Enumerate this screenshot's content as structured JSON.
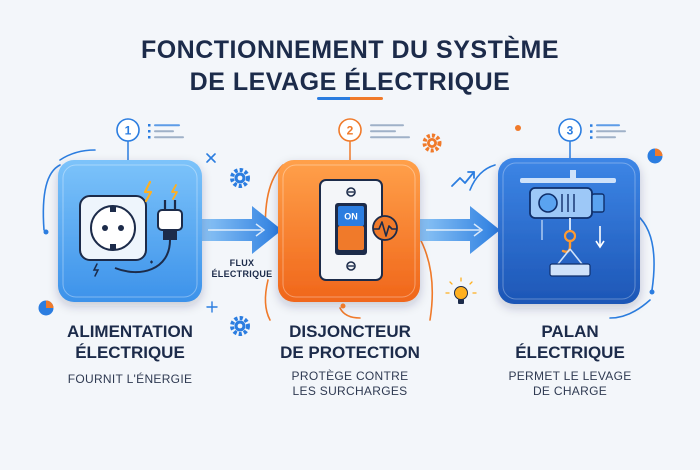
{
  "title": {
    "line1": "FONCTIONNEMENT DU SYSTÈME",
    "line2": "DE LEVAGE ÉLECTRIQUE"
  },
  "connector": {
    "label_line1": "FLUX",
    "label_line2": "ÉLECTRIQUE"
  },
  "steps": [
    {
      "number": "1",
      "title_line1": "ALIMENTATION",
      "title_line2": "ÉLECTRIQUE",
      "description_line1": "FOURNIT L'ÉNERGIE",
      "description_line2": "",
      "color": "#4aa3f0",
      "icon": "power-outlet-plug-icon"
    },
    {
      "number": "2",
      "title_line1": "DISJONCTEUR",
      "title_line2": "DE PROTECTION",
      "description_line1": "PROTÈGE CONTRE",
      "description_line2": "LES SURCHARGES",
      "color": "#f47b26",
      "icon": "circuit-breaker-icon",
      "switch_label": "ON"
    },
    {
      "number": "3",
      "title_line1": "PALAN",
      "title_line2": "ÉLECTRIQUE",
      "description_line1": "PERMET LE LEVAGE",
      "description_line2": "DE CHARGE",
      "color": "#2a6fd0",
      "icon": "electric-hoist-icon"
    }
  ],
  "colors": {
    "blue": "#2b7de0",
    "orange": "#f07a2a",
    "navy": "#1c2b4a"
  }
}
